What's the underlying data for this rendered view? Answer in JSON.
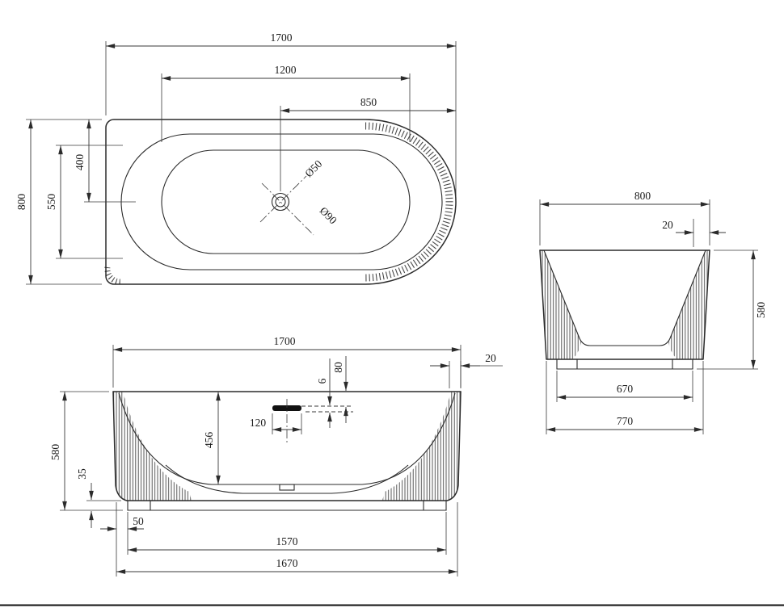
{
  "meta": {
    "drawing": "bathtub three-view dimension drawing",
    "line_color": "#2b2b2b",
    "background": "#ffffff"
  },
  "views": {
    "top": {
      "dims": {
        "overall_length": "1700",
        "inner_length": "1200",
        "drain_offset_right": "850",
        "overall_width": "800",
        "inner_width": "550",
        "drain_offset_top": "400",
        "drain_diameter_small": "Ø50",
        "drain_diameter_large": "Ø90"
      }
    },
    "front": {
      "dims": {
        "overall_length": "1700",
        "rim_thickness": "20",
        "overflow_drop": "80",
        "overflow_gap": "6",
        "overflow_width": "120",
        "inner_depth": "456",
        "overall_height": "580",
        "base_height": "35",
        "foot_inset": "50",
        "base_length": "1570",
        "bottom_length": "1670"
      }
    },
    "side": {
      "dims": {
        "overall_width": "800",
        "rim_thickness": "20",
        "overall_height": "580",
        "base_width": "670",
        "bottom_width": "770"
      }
    }
  }
}
